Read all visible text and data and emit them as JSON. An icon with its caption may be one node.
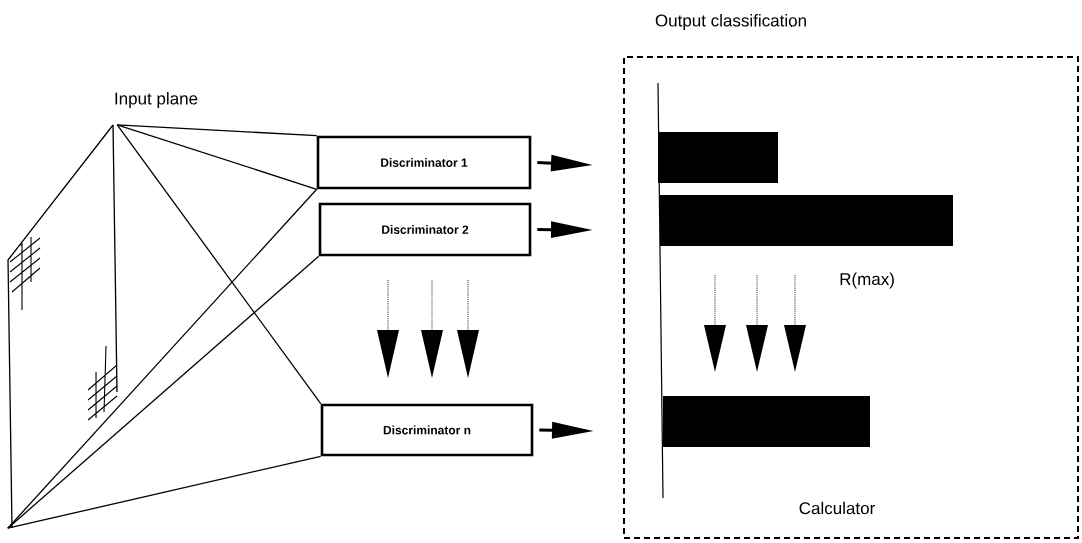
{
  "diagram": {
    "nodes": [
      {
        "text": [
          "Input plane"
        ]
      },
      {
        "text": [
          "Discriminator 1"
        ]
      },
      {
        "text": [
          "Discriminator 2"
        ]
      },
      {
        "text": [
          "Discriminator n"
        ]
      },
      {
        "text": [
          "Output classification",
          "Calculator"
        ]
      },
      {
        "text": [],
        "shape": "bar",
        "in": 4
      },
      {
        "text": [],
        "shape": "bar",
        "in": 4,
        "beside": [
          "R(max)"
        ]
      },
      {
        "text": [],
        "shape": "bar",
        "in": 4
      }
    ],
    "edges": [
      {
        "from": 0,
        "to": 1,
        "arrow": "none"
      },
      {
        "from": 0,
        "to": 1,
        "arrow": "none"
      },
      {
        "from": 0,
        "to": 1,
        "arrow": "none"
      },
      {
        "from": 0,
        "to": 2,
        "arrow": "none"
      },
      {
        "from": 0,
        "to": 3,
        "arrow": "none"
      },
      {
        "from": 0,
        "to": 3,
        "arrow": "none"
      },
      {
        "from": 1,
        "to": null,
        "arrow": "to",
        "style": "thick"
      },
      {
        "from": 2,
        "to": null,
        "arrow": "to",
        "style": "thick"
      },
      {
        "from": 3,
        "to": null,
        "arrow": "to",
        "style": "thick"
      }
    ]
  }
}
